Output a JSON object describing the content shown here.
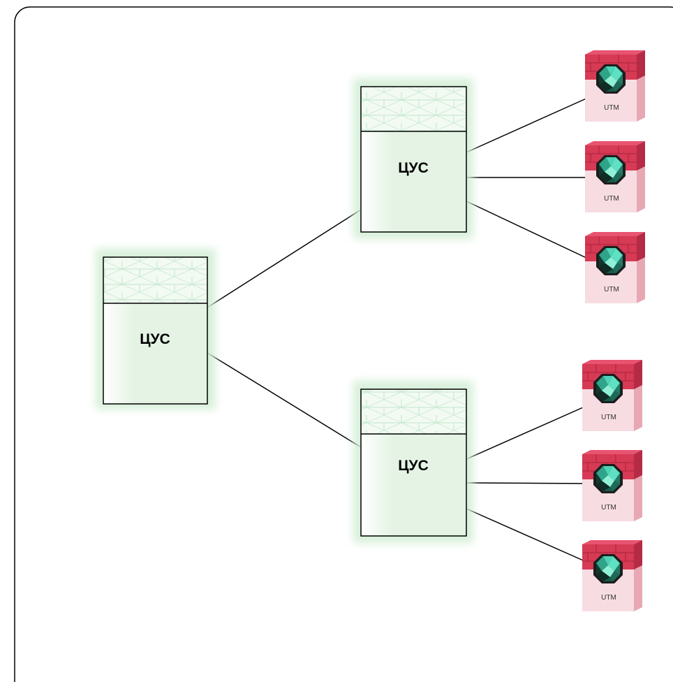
{
  "diagram": {
    "root_node": {
      "label": "ЦУС"
    },
    "mid_nodes": [
      {
        "label": "ЦУС"
      },
      {
        "label": "ЦУС"
      }
    ],
    "leaf_nodes": [
      {
        "label": "UTM"
      },
      {
        "label": "UTM"
      },
      {
        "label": "UTM"
      },
      {
        "label": "UTM"
      },
      {
        "label": "UTM"
      },
      {
        "label": "UTM"
      }
    ]
  },
  "colors": {
    "node_fill": "#e4f3e4",
    "brick_line": "#bfe3c9",
    "glow": "#d6efd9",
    "utm_top": "#d63a55",
    "utm_body": "#f7d9df",
    "gem_dark": "#17443b",
    "gem_light": "#3cbfa4"
  }
}
